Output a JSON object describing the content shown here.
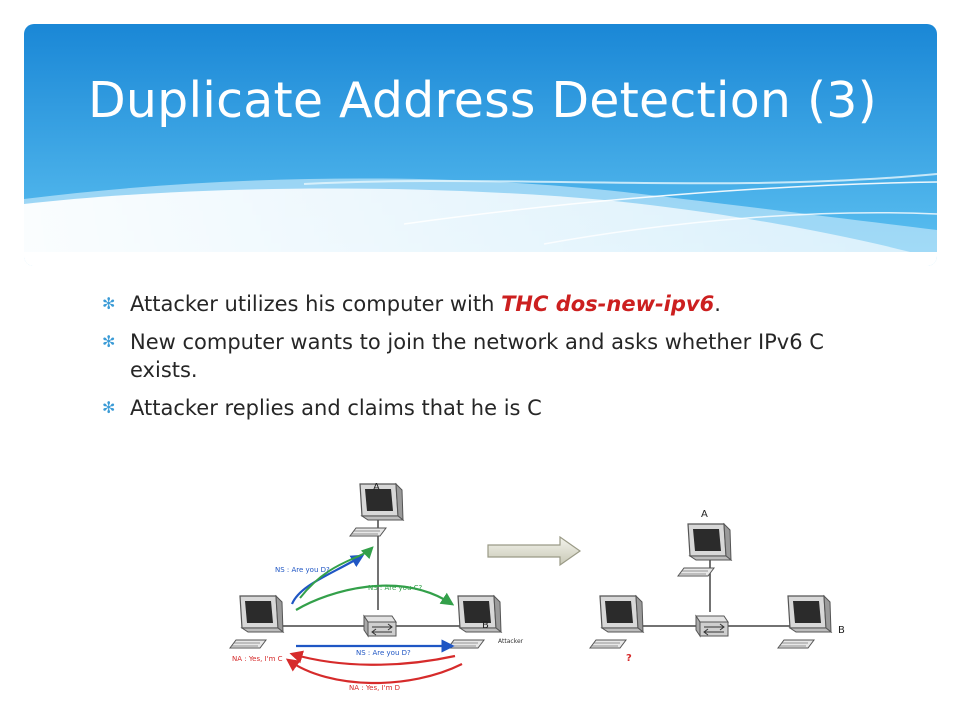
{
  "slide": {
    "title": "Duplicate Address Detection (3)",
    "bullets": [
      {
        "before": "Attacker utilizes his computer with ",
        "highlight": "THC dos-new-ipv6",
        "after": "."
      },
      {
        "before": " New computer wants to join the network and asks whether IPv6 C exists.",
        "highlight": "",
        "after": ""
      },
      {
        "before": "Attacker replies and claims that he is C",
        "highlight": "",
        "after": ""
      }
    ],
    "colors": {
      "header_top": "#1a87d6",
      "header_bottom": "#5fc3f2",
      "highlight": "#cc1f1f",
      "ns_blue": "#1f56c4",
      "ns_green": "#33a04a",
      "na_red": "#d62b2b"
    }
  },
  "diagram": {
    "left": {
      "node_a": "A",
      "node_b": "B",
      "attacker": "Attacker",
      "ns_d_top": "NS : Are you D?",
      "ns_c": "NS : Are you C?",
      "na_c": "NA : Yes, I'm C",
      "ns_d_bottom": "NS : Are you D?",
      "na_d": "NA : Yes, I'm D"
    },
    "right": {
      "node_a": "A",
      "node_b": "B",
      "unknown": "?"
    }
  }
}
